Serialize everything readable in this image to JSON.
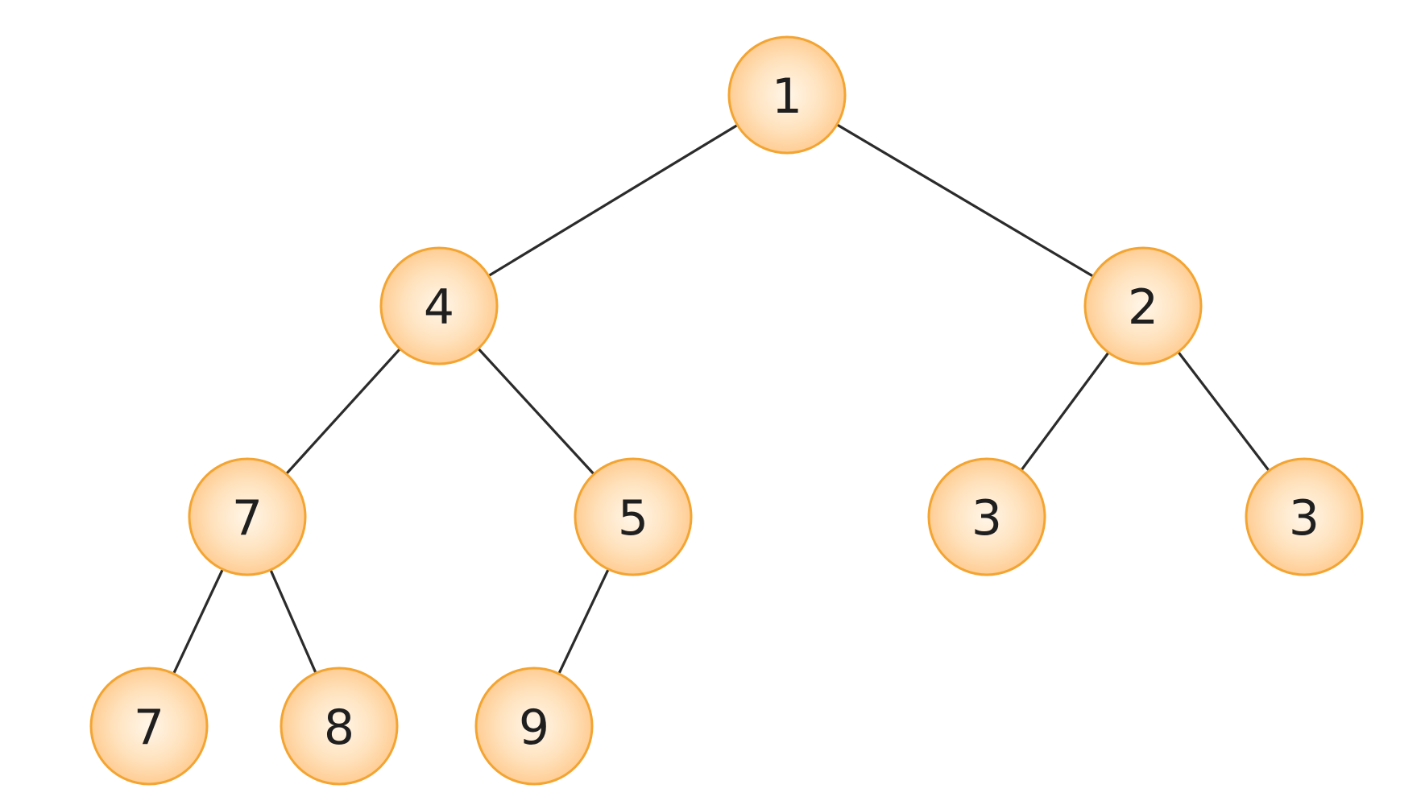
{
  "tree": {
    "style": {
      "node_fill_center": "#fff6e9",
      "node_fill_edge": "#ffc88a",
      "node_stroke": "#f3a431",
      "edge_color": "#2b2b2b",
      "label_color": "#1f1f1f"
    },
    "nodes": [
      {
        "id": "n1",
        "label": "1"
      },
      {
        "id": "n2",
        "label": "4"
      },
      {
        "id": "n3",
        "label": "2"
      },
      {
        "id": "n4",
        "label": "7"
      },
      {
        "id": "n5",
        "label": "5"
      },
      {
        "id": "n6",
        "label": "3"
      },
      {
        "id": "n7",
        "label": "3"
      },
      {
        "id": "n8",
        "label": "7"
      },
      {
        "id": "n9",
        "label": "8"
      },
      {
        "id": "n10",
        "label": "9"
      }
    ],
    "edges": [
      {
        "from": "n1",
        "to": "n2"
      },
      {
        "from": "n1",
        "to": "n3"
      },
      {
        "from": "n2",
        "to": "n4"
      },
      {
        "from": "n2",
        "to": "n5"
      },
      {
        "from": "n3",
        "to": "n6"
      },
      {
        "from": "n3",
        "to": "n7"
      },
      {
        "from": "n4",
        "to": "n8"
      },
      {
        "from": "n4",
        "to": "n9"
      },
      {
        "from": "n5",
        "to": "n10"
      }
    ]
  }
}
